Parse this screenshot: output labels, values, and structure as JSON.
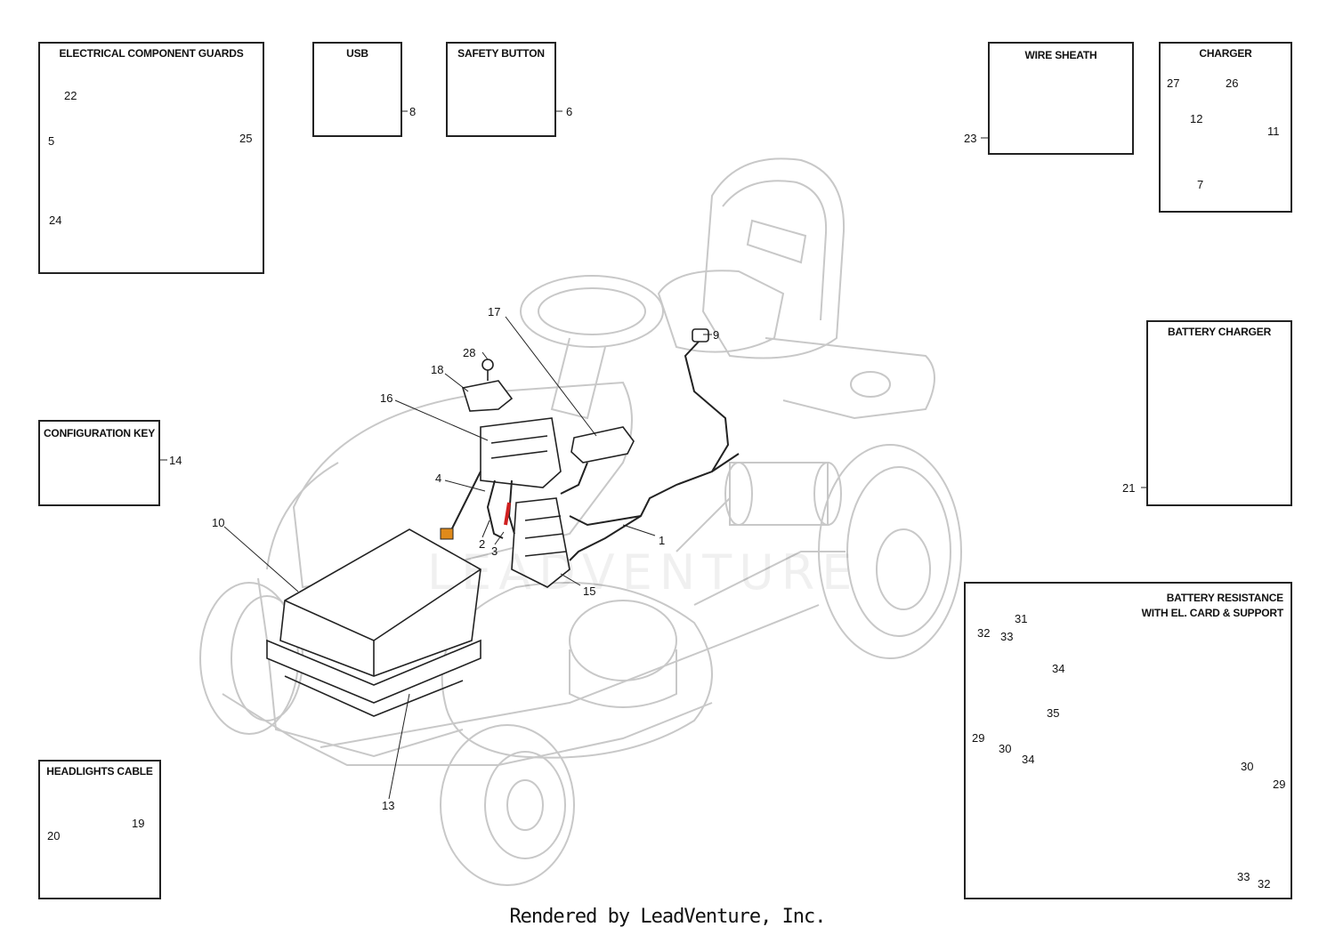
{
  "boxes": {
    "electrical_guards": {
      "title": "ELECTRICAL COMPONENT GUARDS"
    },
    "usb": {
      "title": "USB"
    },
    "safety_button": {
      "title": "SAFETY BUTTON"
    },
    "wire_sheath": {
      "title": "WIRE SHEATH"
    },
    "charger": {
      "title": "CHARGER"
    },
    "battery_charger": {
      "title": "BATTERY CHARGER"
    },
    "configuration_key": {
      "title": "CONFIGURATION KEY"
    },
    "headlights_cable": {
      "title": "HEADLIGHTS CABLE"
    },
    "battery_resistance": {
      "title_line1": "BATTERY RESISTANCE",
      "title_line2": "WITH EL. CARD & SUPPORT"
    }
  },
  "callouts": {
    "c22": "22",
    "c5": "5",
    "c24": "24",
    "c25": "25",
    "c8": "8",
    "c6": "6",
    "c23": "23",
    "c27": "27",
    "c26": "26",
    "c12": "12",
    "c11": "11",
    "c7": "7",
    "c21": "21",
    "c14": "14",
    "c20": "20",
    "c19": "19",
    "c17": "17",
    "c9": "9",
    "c28": "28",
    "c18": "18",
    "c16": "16",
    "c4": "4",
    "c10": "10",
    "c2": "2",
    "c3": "3",
    "c1": "1",
    "c15": "15",
    "c13": "13",
    "c31": "31",
    "c32a": "32",
    "c33a": "33",
    "c34a": "34",
    "c35": "35",
    "c29a": "29",
    "c30a": "30",
    "c34b": "34",
    "c30b": "30",
    "c29b": "29",
    "c33b": "33",
    "c32b": "32"
  },
  "watermark": "LEADVENTURE",
  "footer": "Rendered by LeadVenture, Inc."
}
